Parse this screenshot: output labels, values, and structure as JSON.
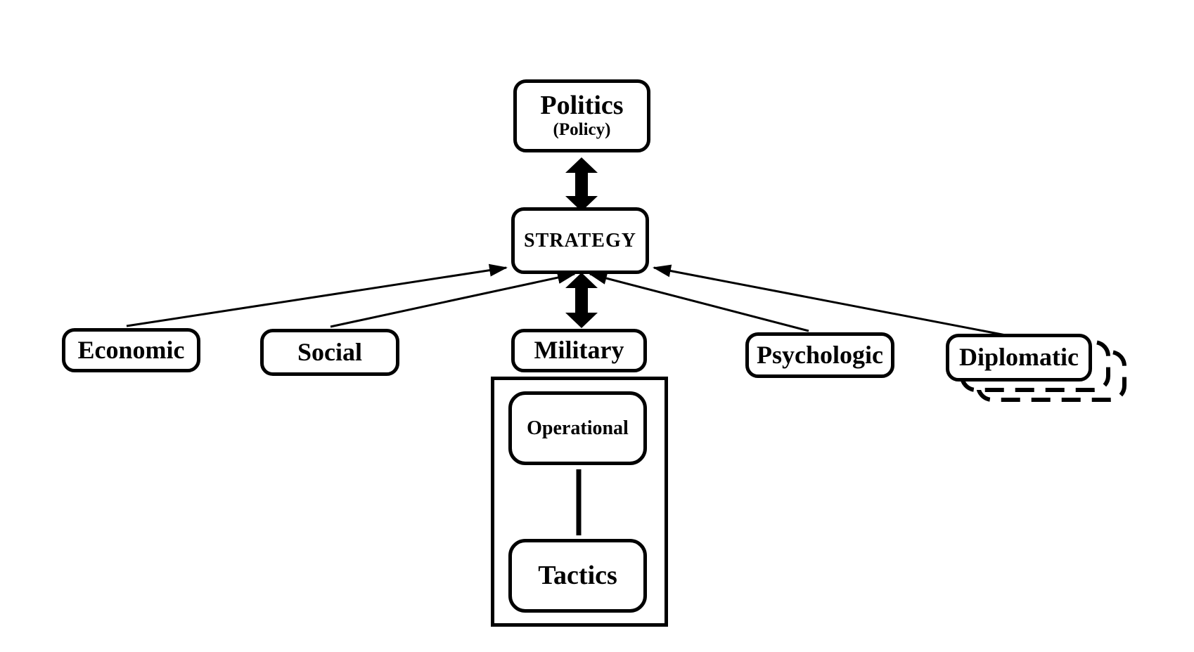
{
  "nodes": {
    "politics": {
      "label": "Politics",
      "sublabel": "(Policy)"
    },
    "strategy": {
      "label": "STRATEGY"
    },
    "economic": {
      "label": "Economic"
    },
    "social": {
      "label": "Social"
    },
    "military": {
      "label": "Military"
    },
    "psychologic": {
      "label": "Psychologic"
    },
    "diplomatic": {
      "label": "Diplomatic"
    },
    "operational": {
      "label": "Operational"
    },
    "tactics": {
      "label": "Tactics"
    }
  },
  "connections": [
    {
      "from": "politics",
      "to": "strategy",
      "style": "thick-double-arrow"
    },
    {
      "from": "strategy",
      "to": "military",
      "style": "thick-double-arrow"
    },
    {
      "from": "economic",
      "to": "strategy",
      "style": "thin-arrow"
    },
    {
      "from": "social",
      "to": "strategy",
      "style": "thin-arrow"
    },
    {
      "from": "psychologic",
      "to": "strategy",
      "style": "thin-arrow"
    },
    {
      "from": "diplomatic",
      "to": "strategy",
      "style": "thin-arrow"
    },
    {
      "from": "operational",
      "to": "tactics",
      "style": "plain-line"
    }
  ],
  "notes": {
    "diplomatic_stack": "Diplomatic box backed by two dashed offset boxes (stacked cards effect)",
    "military_domain_contains": [
      "Operational",
      "Tactics"
    ]
  },
  "colors": {
    "ink": "#000000",
    "background": "#ffffff",
    "box_fill": "#ffffff"
  }
}
